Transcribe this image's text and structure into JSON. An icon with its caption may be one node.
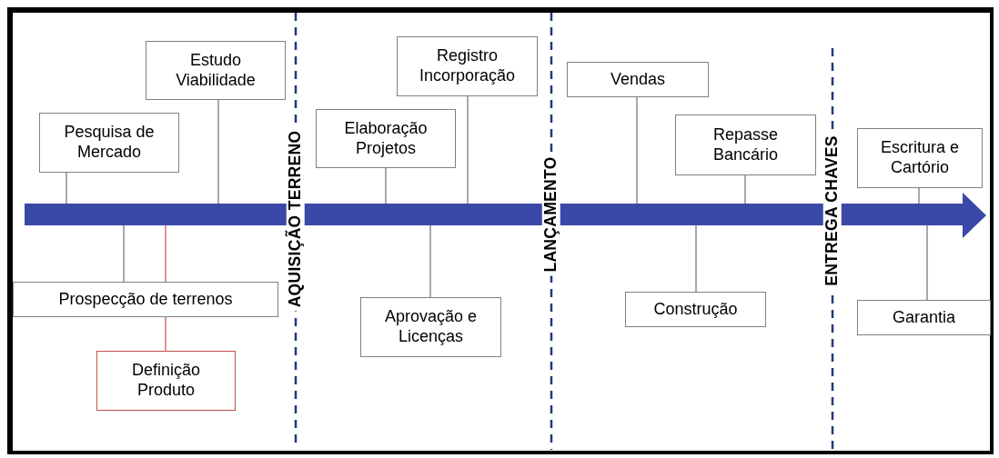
{
  "diagram": {
    "nodes": [
      {
        "text": [],
        "shape": "arrow"
      },
      {
        "text": [
          "Estudo Viabilidade"
        ]
      },
      {
        "text": [
          "Pesquisa de Mercado"
        ]
      },
      {
        "text": [
          "Prospecção de terrenos"
        ]
      },
      {
        "text": [
          "Definição Produto"
        ]
      },
      {
        "text": [
          "Registro Incorporação"
        ]
      },
      {
        "text": [
          "Elaboração Projetos"
        ]
      },
      {
        "text": [
          "Aprovação e Licenças"
        ]
      },
      {
        "text": [
          "Vendas"
        ]
      },
      {
        "text": [
          "Repasse Bancário"
        ]
      },
      {
        "text": [
          "Construção"
        ]
      },
      {
        "text": [
          "Escritura e Cartório"
        ]
      },
      {
        "text": [
          "Garantia"
        ]
      }
    ],
    "edges": [
      {
        "from": 2,
        "to": 0,
        "arrow": "none"
      },
      {
        "from": 1,
        "to": 0,
        "arrow": "none"
      },
      {
        "from": 3,
        "to": 0,
        "arrow": "none"
      },
      {
        "from": 3,
        "to": 0,
        "arrow": "none",
        "color": "#c0504d"
      },
      {
        "from": 4,
        "to": 3,
        "arrow": "none",
        "color": "#c0504d"
      },
      {
        "from": 6,
        "to": 0,
        "arrow": "none"
      },
      {
        "from": 5,
        "to": 0,
        "arrow": "none"
      },
      {
        "from": 7,
        "to": 0,
        "arrow": "none"
      },
      {
        "from": 8,
        "to": 0,
        "arrow": "none"
      },
      {
        "from": 9,
        "to": 0,
        "arrow": "none"
      },
      {
        "from": 10,
        "to": 0,
        "arrow": "none"
      },
      {
        "from": 11,
        "to": 0,
        "arrow": "none"
      },
      {
        "from": 12,
        "to": 0,
        "arrow": "none"
      }
    ],
    "labels": [
      "AQUISIÇÃO TERRENO",
      "LANÇAMENTO",
      "ENTREGA CHAVES"
    ]
  }
}
